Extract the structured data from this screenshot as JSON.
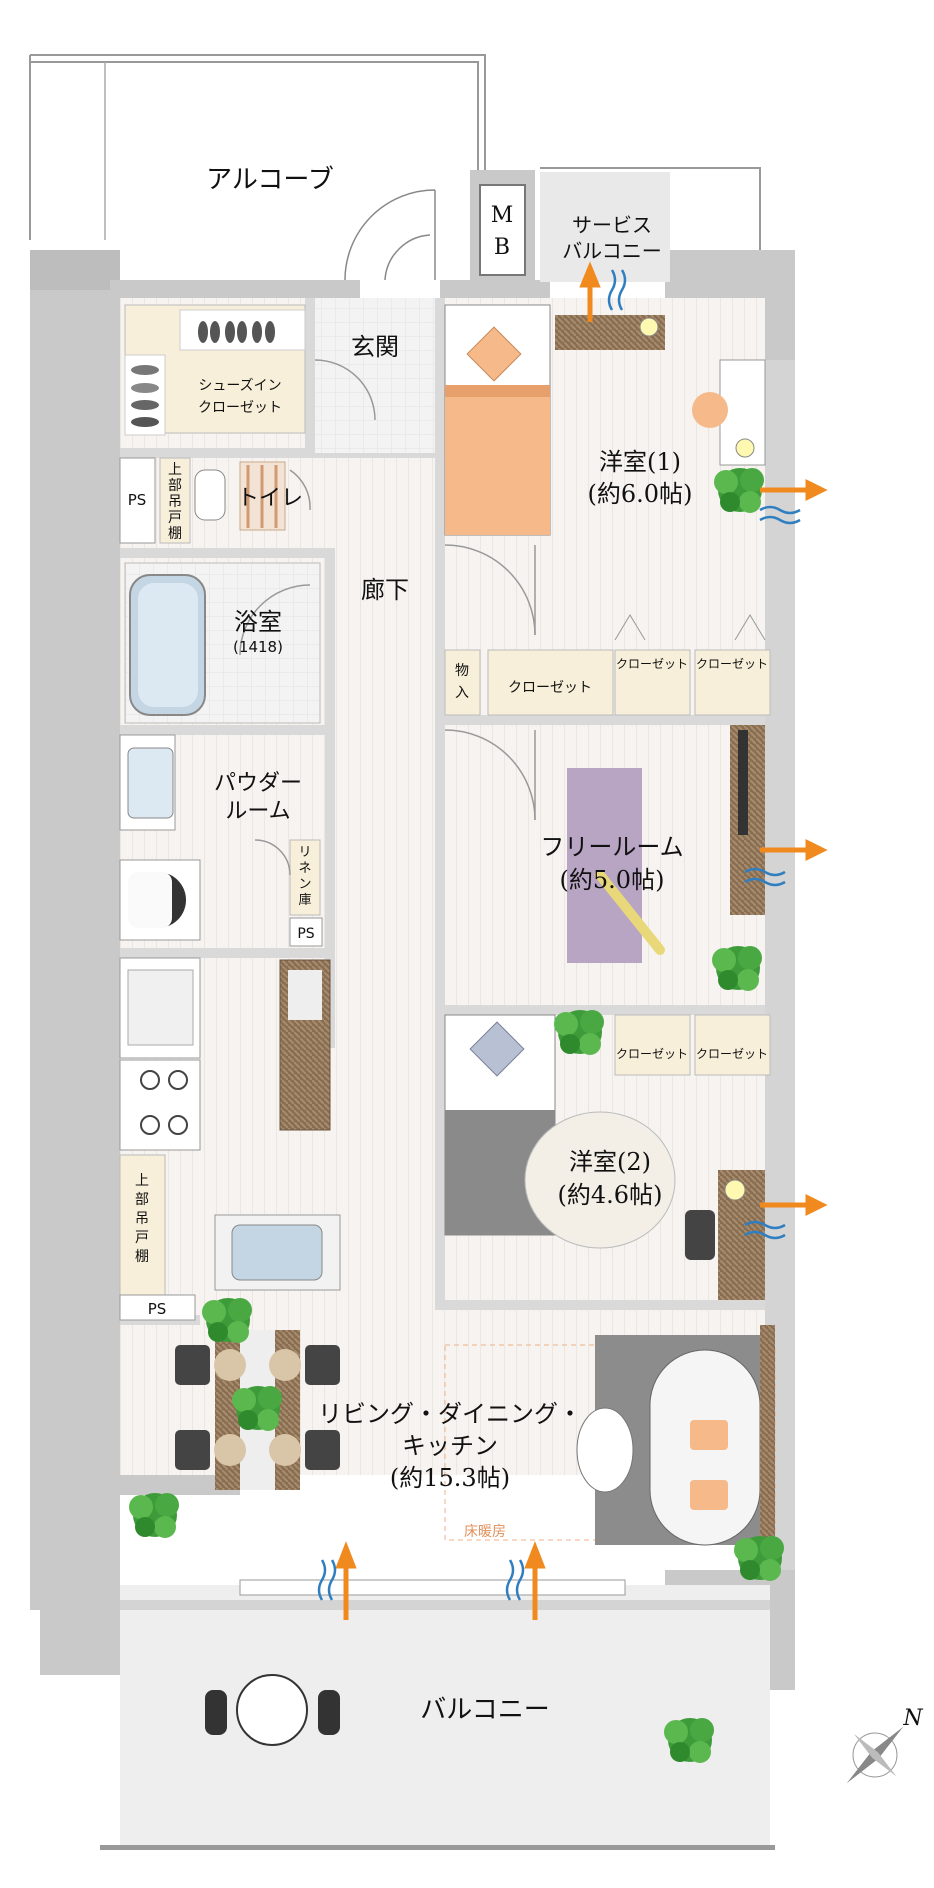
{
  "rooms": {
    "alcove": "アルコーブ",
    "mb_top": "M",
    "mb_bottom": "B",
    "service_balcony_1": "サービス",
    "service_balcony_2": "バルコニー",
    "entrance": "玄関",
    "shoes_closet_1": "シューズイン",
    "shoes_closet_2": "クローゼット",
    "ps": "PS",
    "upper_cabinet": [
      "上",
      "部",
      "吊",
      "戸",
      "棚"
    ],
    "toilet": "トイレ",
    "bath_name": "浴室",
    "bath_size": "(1418)",
    "corridor": "廊下",
    "western1_name": "洋室(1)",
    "western1_size": "(約6.0帖)",
    "storage": [
      "物",
      "入"
    ],
    "closet": "クローゼット",
    "powder_1": "パウダー",
    "powder_2": "ルーム",
    "linen": [
      "リ",
      "ネ",
      "ン",
      "庫"
    ],
    "free_name": "フリールーム",
    "free_size": "(約5.0帖)",
    "western2_name": "洋室(2)",
    "western2_size": "(約4.6帖)",
    "ldk_1": "リビング・ダイニング・",
    "ldk_2": "キッチン",
    "ldk_size": "(約15.3帖)",
    "floor_heating": "床暖房",
    "balcony": "バルコニー",
    "north": "N"
  },
  "colors": {
    "wall": "#c9c9c9",
    "wall_dark": "#9e9e9e",
    "floor": "#f4f1ee",
    "arrow": "#f08a1e",
    "wind": "#2f7fc0",
    "bed": "#f5b98a",
    "free_rug": "#b8a5c4",
    "plant": "#3d9b3a",
    "wood": "#8a6e52"
  }
}
